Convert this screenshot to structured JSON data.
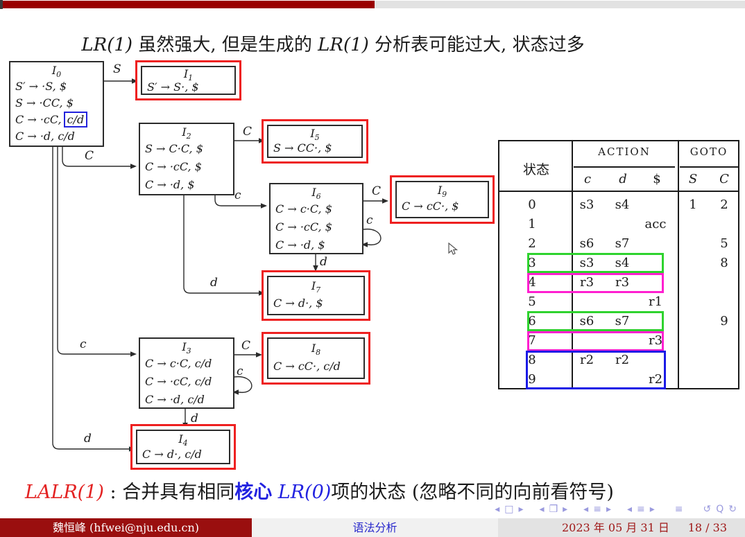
{
  "slide": {
    "title": {
      "p1": "LR(1)",
      "p2": " 虽然强大, 但是生成的 ",
      "p3": "LR(1)",
      "p4": " 分析表可能过大, 状态过多"
    },
    "conclusion": {
      "p1": "LALR(1)",
      "p2": " : 合并具有相同",
      "p3": "核心",
      "p4": " LR(0)",
      "p5": "项的状态 (忽略不同的向前看符号)"
    }
  },
  "diagram": {
    "states": {
      "i0": {
        "id": "I",
        "sub": "0",
        "l1": "S′ → ·S, $",
        "l2": "S → ·CC, $",
        "l3a": "C → ·cC,",
        "l3b": "c/d",
        "l4": "C → ·d, c/d"
      },
      "i1": {
        "id": "I",
        "sub": "1",
        "l1": "S′ → S·, $"
      },
      "i2": {
        "id": "I",
        "sub": "2",
        "l1": "S → C·C, $",
        "l2": "C → ·cC, $",
        "l3": "C → ·d, $"
      },
      "i3": {
        "id": "I",
        "sub": "3",
        "l1": "C → c·C, c/d",
        "l2": "C → ·cC, c/d",
        "l3": "C → ·d, c/d"
      },
      "i4": {
        "id": "I",
        "sub": "4",
        "l1": "C → d·, c/d"
      },
      "i5": {
        "id": "I",
        "sub": "5",
        "l1": "S → CC·, $"
      },
      "i6": {
        "id": "I",
        "sub": "6",
        "l1": "C → c·C, $",
        "l2": "C → ·cC, $",
        "l3": "C → ·d, $"
      },
      "i7": {
        "id": "I",
        "sub": "7",
        "l1": "C → d·, $"
      },
      "i8": {
        "id": "I",
        "sub": "8",
        "l1": "C → cC·, c/d"
      },
      "i9": {
        "id": "I",
        "sub": "9",
        "l1": "C → cC·, $"
      }
    },
    "edges": {
      "i0_i1": "S",
      "i0_i2": "C",
      "i0_i3": "c",
      "i0_i4": "d",
      "i2_i5": "C",
      "i2_i6": "c",
      "i2_i7": "d",
      "i6_i9": "C",
      "i6_loop": "c",
      "i6_i7": "d",
      "i3_i8": "C",
      "i3_loop": "c",
      "i3_i4": "d"
    }
  },
  "table": {
    "header": {
      "state": "状态",
      "action": "ACTION",
      "goto": "GOTO",
      "c": "c",
      "d": "d",
      "dollar": "$",
      "S": "S",
      "C": "C"
    },
    "rows": [
      {
        "state": "0",
        "c": "s3",
        "d": "s4",
        "dollar": "",
        "S": "1",
        "C": "2"
      },
      {
        "state": "1",
        "c": "",
        "d": "",
        "dollar": "acc",
        "S": "",
        "C": ""
      },
      {
        "state": "2",
        "c": "s6",
        "d": "s7",
        "dollar": "",
        "S": "",
        "C": "5"
      },
      {
        "state": "3",
        "c": "s3",
        "d": "s4",
        "dollar": "",
        "S": "",
        "C": "8"
      },
      {
        "state": "4",
        "c": "r3",
        "d": "r3",
        "dollar": "",
        "S": "",
        "C": ""
      },
      {
        "state": "5",
        "c": "",
        "d": "",
        "dollar": "r1",
        "S": "",
        "C": ""
      },
      {
        "state": "6",
        "c": "s6",
        "d": "s7",
        "dollar": "",
        "S": "",
        "C": "9"
      },
      {
        "state": "7",
        "c": "",
        "d": "",
        "dollar": "r3",
        "S": "",
        "C": ""
      },
      {
        "state": "8",
        "c": "r2",
        "d": "r2",
        "dollar": "",
        "S": "",
        "C": ""
      },
      {
        "state": "9",
        "c": "",
        "d": "",
        "dollar": "r2",
        "S": "",
        "C": ""
      }
    ],
    "highlight_colors": {
      "green": "#2ed32e",
      "magenta": "#ff1fd0",
      "blue": "#1a1ae6",
      "red": "#ee2020",
      "lookahead_blue": "#2222dd"
    }
  },
  "footer": {
    "author": "魏恒峰 (hfwei@nju.edu.cn)",
    "section": "语法分析",
    "date": "2023 年 05 月 31 日",
    "page": "18 / 33"
  },
  "nav": {
    "items": [
      {
        "glyph": "◂"
      },
      {
        "glyph": "□"
      },
      {
        "glyph": "▸"
      },
      {
        "glyph": "◂"
      },
      {
        "glyph": "❒"
      },
      {
        "glyph": "▸"
      },
      {
        "glyph": "◂"
      },
      {
        "glyph": "≡"
      },
      {
        "glyph": "▸"
      },
      {
        "glyph": "◂"
      },
      {
        "glyph": "≡"
      },
      {
        "glyph": "▸"
      },
      {
        "glyph": "≡"
      },
      {
        "glyph": "↺"
      },
      {
        "glyph": "Q"
      },
      {
        "glyph": "↻"
      }
    ]
  }
}
